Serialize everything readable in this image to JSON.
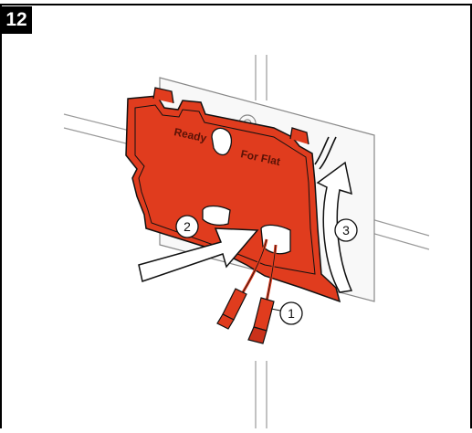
{
  "step": {
    "number": "12"
  },
  "plate": {
    "text_line1": "Ready",
    "text_line2": "For Flat",
    "color": "#e03c1e"
  },
  "callouts": [
    {
      "label": "1"
    },
    {
      "label": "2"
    },
    {
      "label": "3"
    }
  ],
  "colors": {
    "plate_red": "#e03c1e",
    "outline": "#111111",
    "wall": "#f7f7f7"
  }
}
